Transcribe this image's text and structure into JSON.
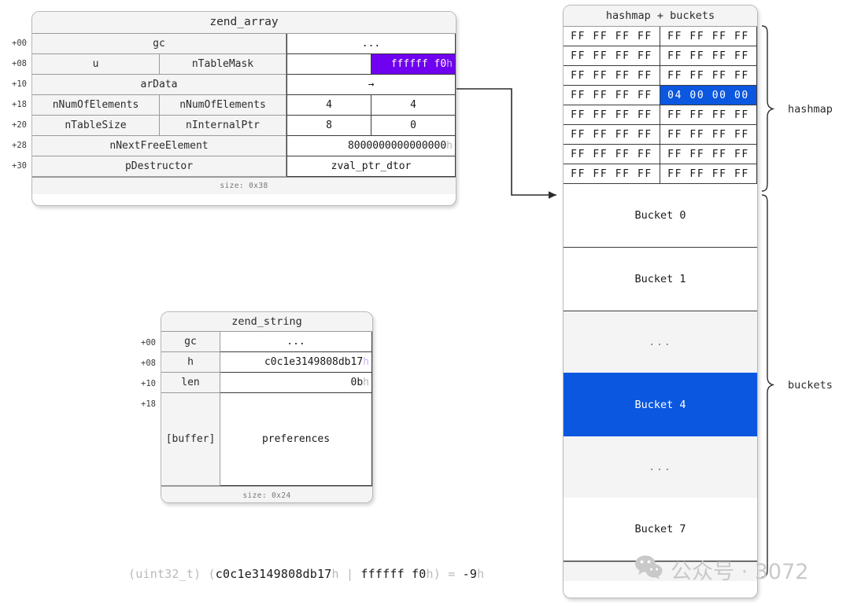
{
  "zend_array": {
    "title": "zend_array",
    "footer": "size: 0x38",
    "offsets": [
      "+00",
      "+08",
      "+10",
      "+18",
      "+20",
      "+28",
      "+30"
    ],
    "rows": [
      {
        "labels": [
          "gc"
        ],
        "values": [
          "..."
        ]
      },
      {
        "labels": [
          "u",
          "nTableMask"
        ],
        "values": [
          "",
          "ffffff f0h"
        ]
      },
      {
        "labels": [
          "arData"
        ],
        "values": [
          "→"
        ]
      },
      {
        "labels": [
          "nNumOfElements",
          "nNumOfElements"
        ],
        "values": [
          "4",
          "4"
        ]
      },
      {
        "labels": [
          "nTableSize",
          "nInternalPtr"
        ],
        "values": [
          "8",
          "0"
        ]
      },
      {
        "labels": [
          "nNextFreeElement"
        ],
        "values": [
          "8000000000000000"
        ]
      },
      {
        "labels": [
          "pDestructor"
        ],
        "values": [
          "zval_ptr_dtor"
        ]
      }
    ],
    "ntablemask_value": "ffffff f0",
    "ntablemask_suffix": "h",
    "nnextfree_value": "8000000000000000",
    "nnextfree_suffix": "h",
    "gc_ellipsis": "...",
    "ardata_arrow": "→"
  },
  "zend_string": {
    "title": "zend_string",
    "footer": "size: 0x24",
    "offsets": [
      "+00",
      "+08",
      "+10",
      "+18"
    ],
    "rows": [
      {
        "label": "gc",
        "value": "...",
        "suffix": ""
      },
      {
        "label": "h",
        "value": "c0c1e3149808db17",
        "suffix": "h"
      },
      {
        "label": "len",
        "value": "0b",
        "suffix": "h"
      },
      {
        "label": "[buffer]",
        "value": "preferences",
        "suffix": ""
      }
    ]
  },
  "hashmap": {
    "title": "hashmap + buckets",
    "rows": [
      {
        "left": "FF FF FF FF",
        "right": "FF FF FF FF",
        "right_highlighted": false
      },
      {
        "left": "FF FF FF FF",
        "right": "FF FF FF FF",
        "right_highlighted": false
      },
      {
        "left": "FF FF FF FF",
        "right": "FF FF FF FF",
        "right_highlighted": false
      },
      {
        "left": "FF FF FF FF",
        "right": "04 00 00 00",
        "right_highlighted": true
      },
      {
        "left": "FF FF FF FF",
        "right": "FF FF FF FF",
        "right_highlighted": false
      },
      {
        "left": "FF FF FF FF",
        "right": "FF FF FF FF",
        "right_highlighted": false
      },
      {
        "left": "FF FF FF FF",
        "right": "FF FF FF FF",
        "right_highlighted": false
      },
      {
        "left": "FF FF FF FF",
        "right": "FF FF FF FF",
        "right_highlighted": false
      }
    ],
    "buckets": [
      {
        "label": "Bucket 0",
        "style": "plain"
      },
      {
        "label": "Bucket 1",
        "style": "plain"
      },
      {
        "label": "...",
        "style": "ellipsis"
      },
      {
        "label": "Bucket 4",
        "style": "selected"
      },
      {
        "label": "...",
        "style": "ellipsis"
      },
      {
        "label": "Bucket 7",
        "style": "plain"
      }
    ]
  },
  "braces": {
    "hashmap_label": "hashmap",
    "buckets_label": "buckets"
  },
  "formula": {
    "cast": "(uint32_t)",
    "open": "(",
    "hash": "c0c1e3149808db17",
    "hash_suffix": "h",
    "operator": "|",
    "mask": "ffffff f0",
    "mask_suffix": "h",
    "close": ")",
    "equals": "=",
    "result": "-9",
    "result_suffix": "h"
  },
  "watermark": {
    "text": "公众号 · 3072"
  },
  "colors": {
    "purple": "#6f00f0",
    "blue": "#0b57e0",
    "header_gray": "#f4f4f4",
    "border": "#3b3b3b",
    "dim_text": "#b5b5b5"
  }
}
